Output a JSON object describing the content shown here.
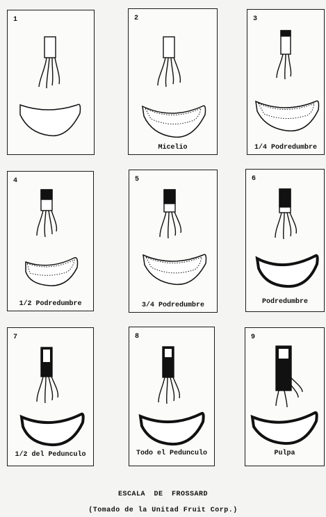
{
  "figure": {
    "panels": [
      {
        "number": "1",
        "caption": "",
        "stalk_level": "none",
        "fruit_level": "none"
      },
      {
        "number": "2",
        "caption": "Micelio",
        "stalk_level": "none",
        "fruit_level": "mycelium"
      },
      {
        "number": "3",
        "caption": "1/4 Podredumbre",
        "stalk_level": "top",
        "fruit_level": "quarter"
      },
      {
        "number": "4",
        "caption": "1/2 Podredumbre",
        "stalk_level": "top",
        "fruit_level": "half"
      },
      {
        "number": "5",
        "caption": "3/4 Podredumbre",
        "stalk_level": "top-mid",
        "fruit_level": "three-quarter"
      },
      {
        "number": "6",
        "caption": "Podredumbre",
        "stalk_level": "upper-half",
        "fruit_level": "full"
      },
      {
        "number": "7",
        "caption": "1/2 del Pedunculo",
        "stalk_level": "half-stalk",
        "fruit_level": "full"
      },
      {
        "number": "8",
        "caption": "Todo el Pedunculo",
        "stalk_level": "whole-stalk",
        "fruit_level": "full"
      },
      {
        "number": "9",
        "caption": "Pulpa",
        "stalk_level": "whole-stalk",
        "fruit_level": "pulp"
      }
    ]
  },
  "footer": {
    "title": "ESCALA DE FROSSARD",
    "source": "(Tomado de la Unitad Fruit Corp.)"
  }
}
